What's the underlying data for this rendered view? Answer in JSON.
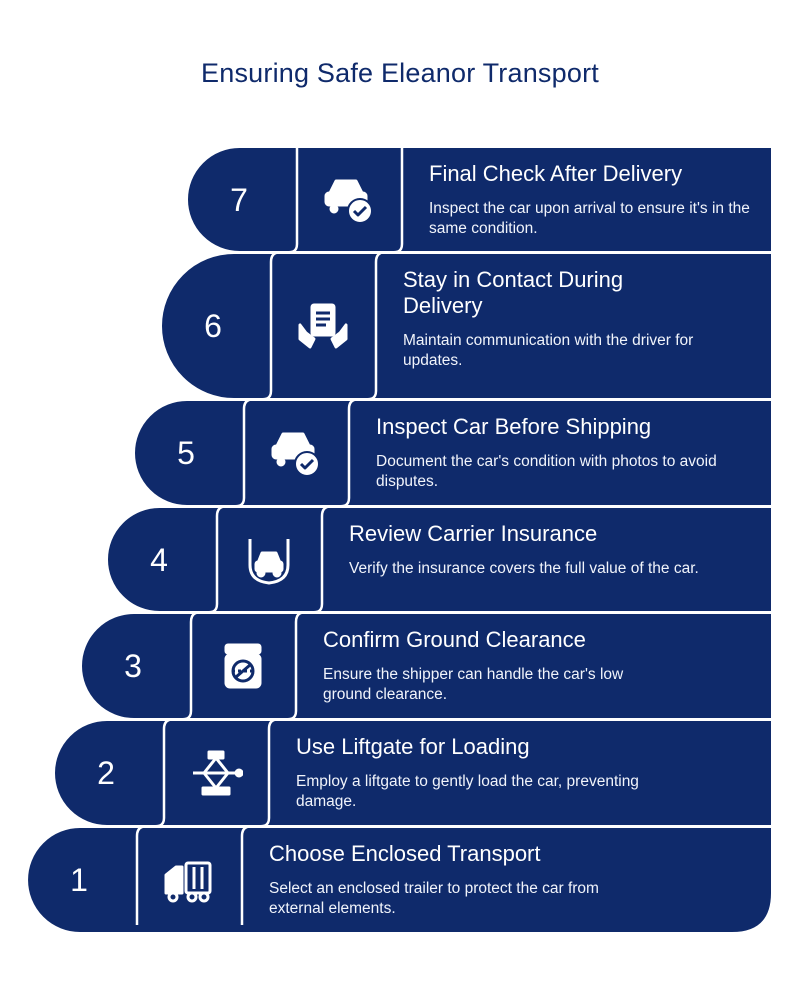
{
  "title": "Ensuring Safe Eleanor Transport",
  "colors": {
    "band": "#0f2a6b",
    "title": "#0f2a6b",
    "divider": "#ffffff"
  },
  "steps": [
    {
      "number": "1",
      "title": "Choose Enclosed Transport",
      "description": "Select an enclosed trailer to protect the car from external elements.",
      "icon": "trailer-truck-icon"
    },
    {
      "number": "2",
      "title": "Use Liftgate for Loading",
      "description": "Employ a liftgate to gently load the car, preventing damage.",
      "icon": "car-jack-icon"
    },
    {
      "number": "3",
      "title": "Confirm Ground Clearance",
      "description": "Ensure the shipper can handle the car's low ground clearance.",
      "icon": "clearance-gauge-icon"
    },
    {
      "number": "4",
      "title": "Review Carrier Insurance",
      "description": "Verify the insurance covers the full value of the car.",
      "icon": "insurance-shield-car-icon"
    },
    {
      "number": "5",
      "title": "Inspect Car Before Shipping",
      "description": "Document the car's condition with photos to avoid disputes.",
      "icon": "car-check-icon"
    },
    {
      "number": "6",
      "title": "Stay in Contact During Delivery",
      "description": "Maintain communication with the driver for updates.",
      "icon": "clipboard-hands-icon"
    },
    {
      "number": "7",
      "title": "Final Check After Delivery",
      "description": "Inspect the car upon arrival to ensure it's in the same condition.",
      "icon": "car-check-icon"
    }
  ]
}
